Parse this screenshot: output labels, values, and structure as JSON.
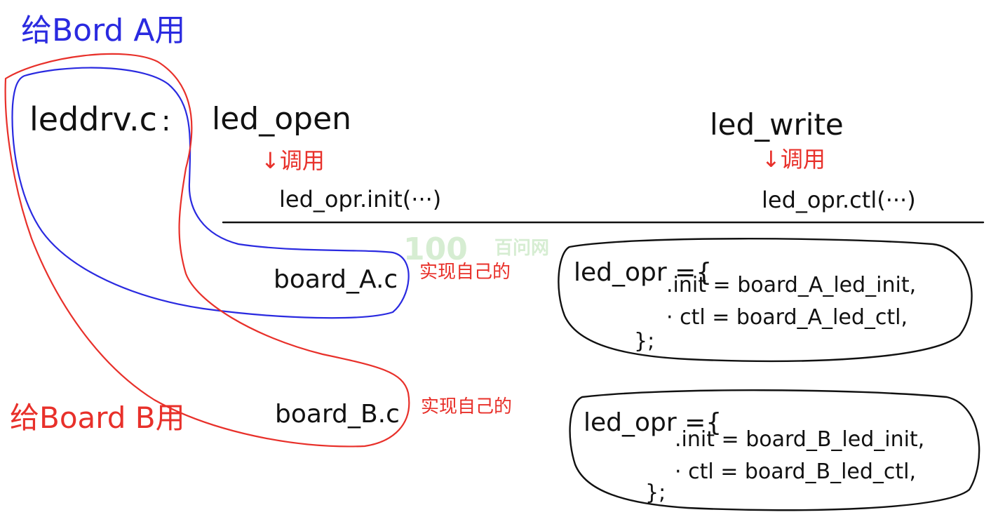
{
  "annotations": {
    "board_a_label": "给Bord A用",
    "board_b_label": "给Board B用"
  },
  "driver": {
    "file": "leddrv.c",
    "colon": ":",
    "open_func": "led_open",
    "write_func": "led_write",
    "call_word_1": "↓调用",
    "call_word_2": "↓调用",
    "open_call": "led_opr.init(···)",
    "write_call": "led_opr.ctl(···)"
  },
  "board_a": {
    "file": "board_A.c",
    "note": "实现自己的",
    "struct_head": "led_opr ={",
    "init_line": ".init = board_A_led_init,",
    "ctl_line": "· ctl = board_A_led_ctl,",
    "struct_end": "};"
  },
  "board_b": {
    "file": "board_B.c",
    "note": "实现自己的",
    "struct_head": "led_opr ={",
    "init_line": ".init = board_B_led_init,",
    "ctl_line": "· ctl = board_B_led_ctl,",
    "struct_end": "};"
  },
  "watermark": {
    "number": "100",
    "site": "百问网"
  },
  "colors": {
    "ink": "#111111",
    "red": "#e8302a",
    "blue": "#2a2ae0",
    "watermark": "#c9e8c4"
  }
}
